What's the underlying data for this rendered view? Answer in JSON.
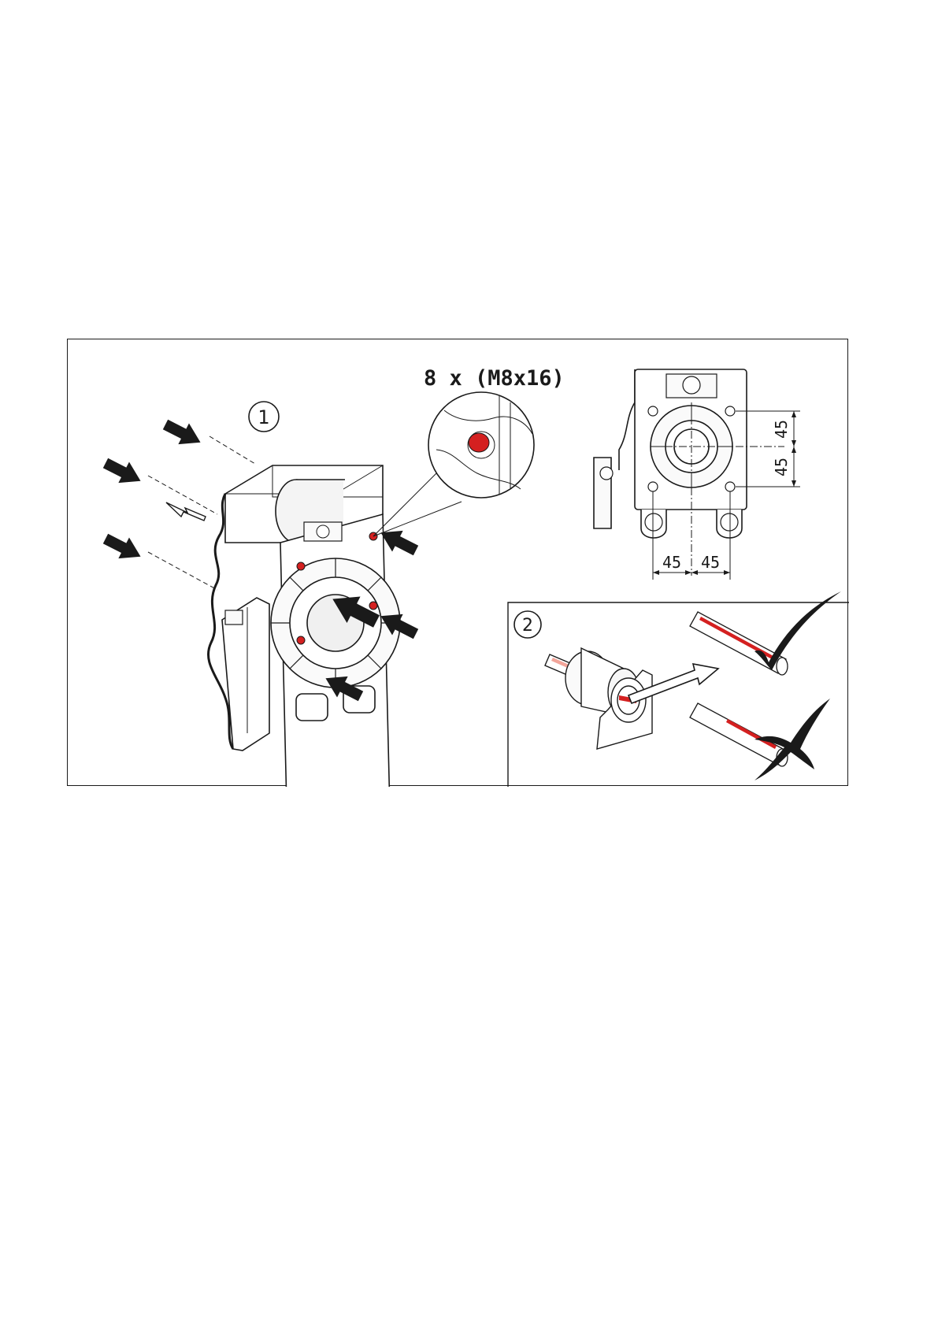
{
  "figure": {
    "screw_spec": "8 x (M8x16)",
    "step1_marker": "1",
    "step2_marker": "2",
    "dimensions": {
      "vertical_upper": "45",
      "vertical_lower": "45",
      "horizontal_left": "45",
      "horizontal_right": "45"
    },
    "colors": {
      "line": "#1a1a1a",
      "highlight_red": "#d42020",
      "light_red": "#f2a59a"
    },
    "icons": [
      "arrow-icon",
      "checkmark-icon",
      "cross-icon",
      "logo-badge-icon"
    ]
  }
}
